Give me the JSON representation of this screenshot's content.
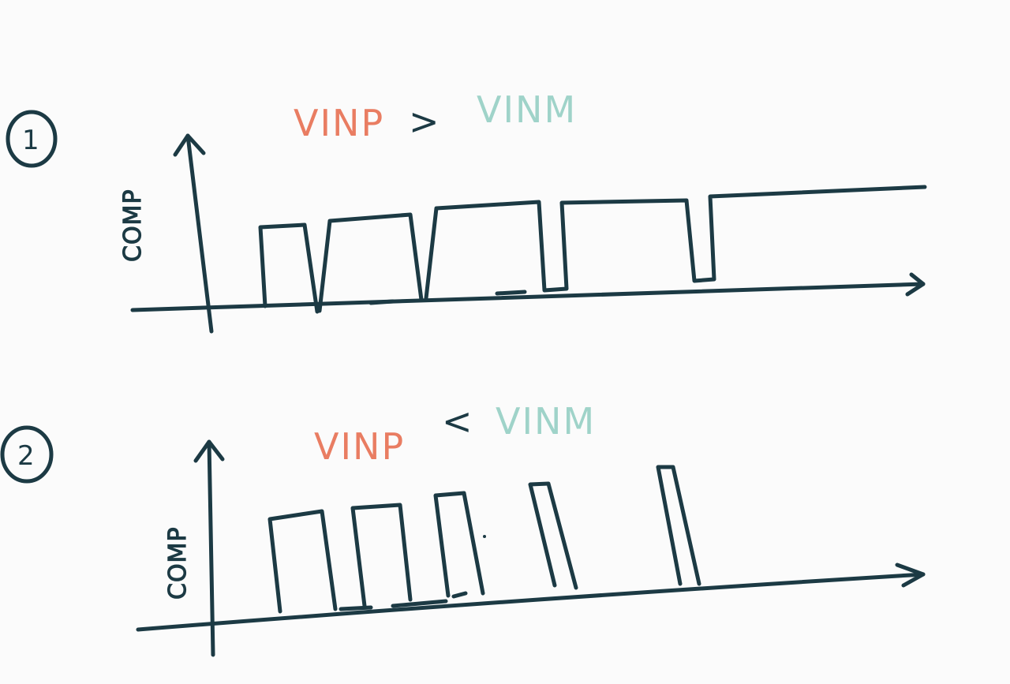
{
  "diagrams": [
    {
      "number": "1",
      "condition": {
        "left": "VINP",
        "operator": ">",
        "right": "VINM"
      },
      "y_label": "COMP",
      "description_pulses": "five high pulses, last stays high"
    },
    {
      "number": "2",
      "condition": {
        "left": "VINP",
        "operator": "<",
        "right": "VINM"
      },
      "y_label": "COMP",
      "description_pulses": "five pulses, progressively narrower"
    }
  ],
  "colors": {
    "ink": "#1c3a44",
    "vinp": "#e97d62",
    "vinm": "#9fd3c9",
    "background": "#fbfbfb"
  }
}
